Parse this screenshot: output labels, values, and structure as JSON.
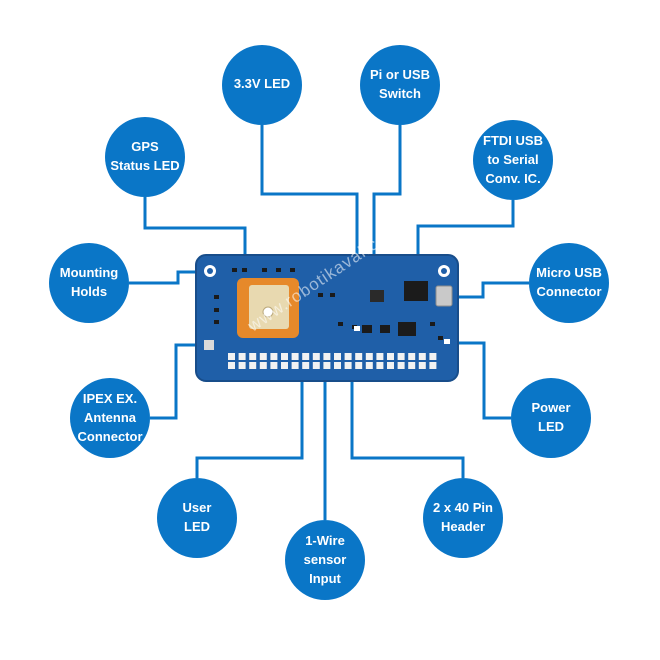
{
  "colors": {
    "bubble": "#0a76c7",
    "line": "#0a76c7",
    "board": "#1f5fa8",
    "board_edge": "#184d8a"
  },
  "watermark": "www.robotikaval.com",
  "callouts": [
    {
      "id": "gps-status-led",
      "label": "GPS\nStatus LED",
      "icon": "bubble"
    },
    {
      "id": "3v3-led",
      "label": "3.3V LED",
      "icon": "bubble"
    },
    {
      "id": "pi-or-usb-switch",
      "label": "Pi or USB\nSwitch",
      "icon": "bubble"
    },
    {
      "id": "ftdi-usb",
      "label": "FTDI USB\nto Serial\nConv. IC.",
      "icon": "bubble"
    },
    {
      "id": "mounting-holds",
      "label": "Mounting\nHolds",
      "icon": "bubble"
    },
    {
      "id": "micro-usb",
      "label": "Micro USB\nConnector",
      "icon": "bubble"
    },
    {
      "id": "ipex-antenna",
      "label": "IPEX EX.\nAntenna\nConnector",
      "icon": "bubble"
    },
    {
      "id": "power-led",
      "label": "Power\nLED",
      "icon": "bubble"
    },
    {
      "id": "user-led",
      "label": "User\nLED",
      "icon": "bubble"
    },
    {
      "id": "one-wire",
      "label": "1-Wire\nsensor\nInput",
      "icon": "bubble"
    },
    {
      "id": "pin-header",
      "label": "2 x 40 Pin\nHeader",
      "icon": "bubble"
    }
  ]
}
